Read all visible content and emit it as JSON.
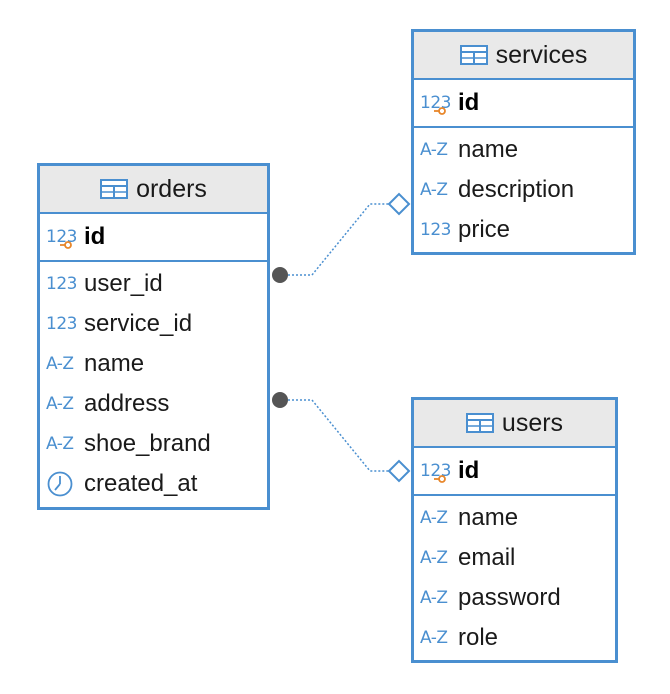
{
  "tables": {
    "services": {
      "name": "services",
      "pk": {
        "name": "id",
        "type_icon": "123"
      },
      "columns": [
        {
          "name": "name",
          "type_icon": "A-Z"
        },
        {
          "name": "description",
          "type_icon": "A-Z"
        },
        {
          "name": "price",
          "type_icon": "123"
        }
      ]
    },
    "orders": {
      "name": "orders",
      "pk": {
        "name": "id",
        "type_icon": "123"
      },
      "columns": [
        {
          "name": "user_id",
          "type_icon": "123"
        },
        {
          "name": "service_id",
          "type_icon": "123"
        },
        {
          "name": "name",
          "type_icon": "A-Z"
        },
        {
          "name": "address",
          "type_icon": "A-Z"
        },
        {
          "name": "shoe_brand",
          "type_icon": "A-Z"
        },
        {
          "name": "created_at",
          "type_icon": "clock-icon"
        }
      ]
    },
    "users": {
      "name": "users",
      "pk": {
        "name": "id",
        "type_icon": "123"
      },
      "columns": [
        {
          "name": "name",
          "type_icon": "A-Z"
        },
        {
          "name": "email",
          "type_icon": "A-Z"
        },
        {
          "name": "password",
          "type_icon": "A-Z"
        },
        {
          "name": "role",
          "type_icon": "A-Z"
        }
      ]
    }
  },
  "relations": [
    {
      "from": "orders.user_id",
      "to": "services"
    },
    {
      "from": "orders.address",
      "to": "users"
    }
  ],
  "colors": {
    "border": "#4a8fd0",
    "header_bg": "#e9e9e9",
    "key": "#e8862a",
    "connector": "#555555"
  }
}
